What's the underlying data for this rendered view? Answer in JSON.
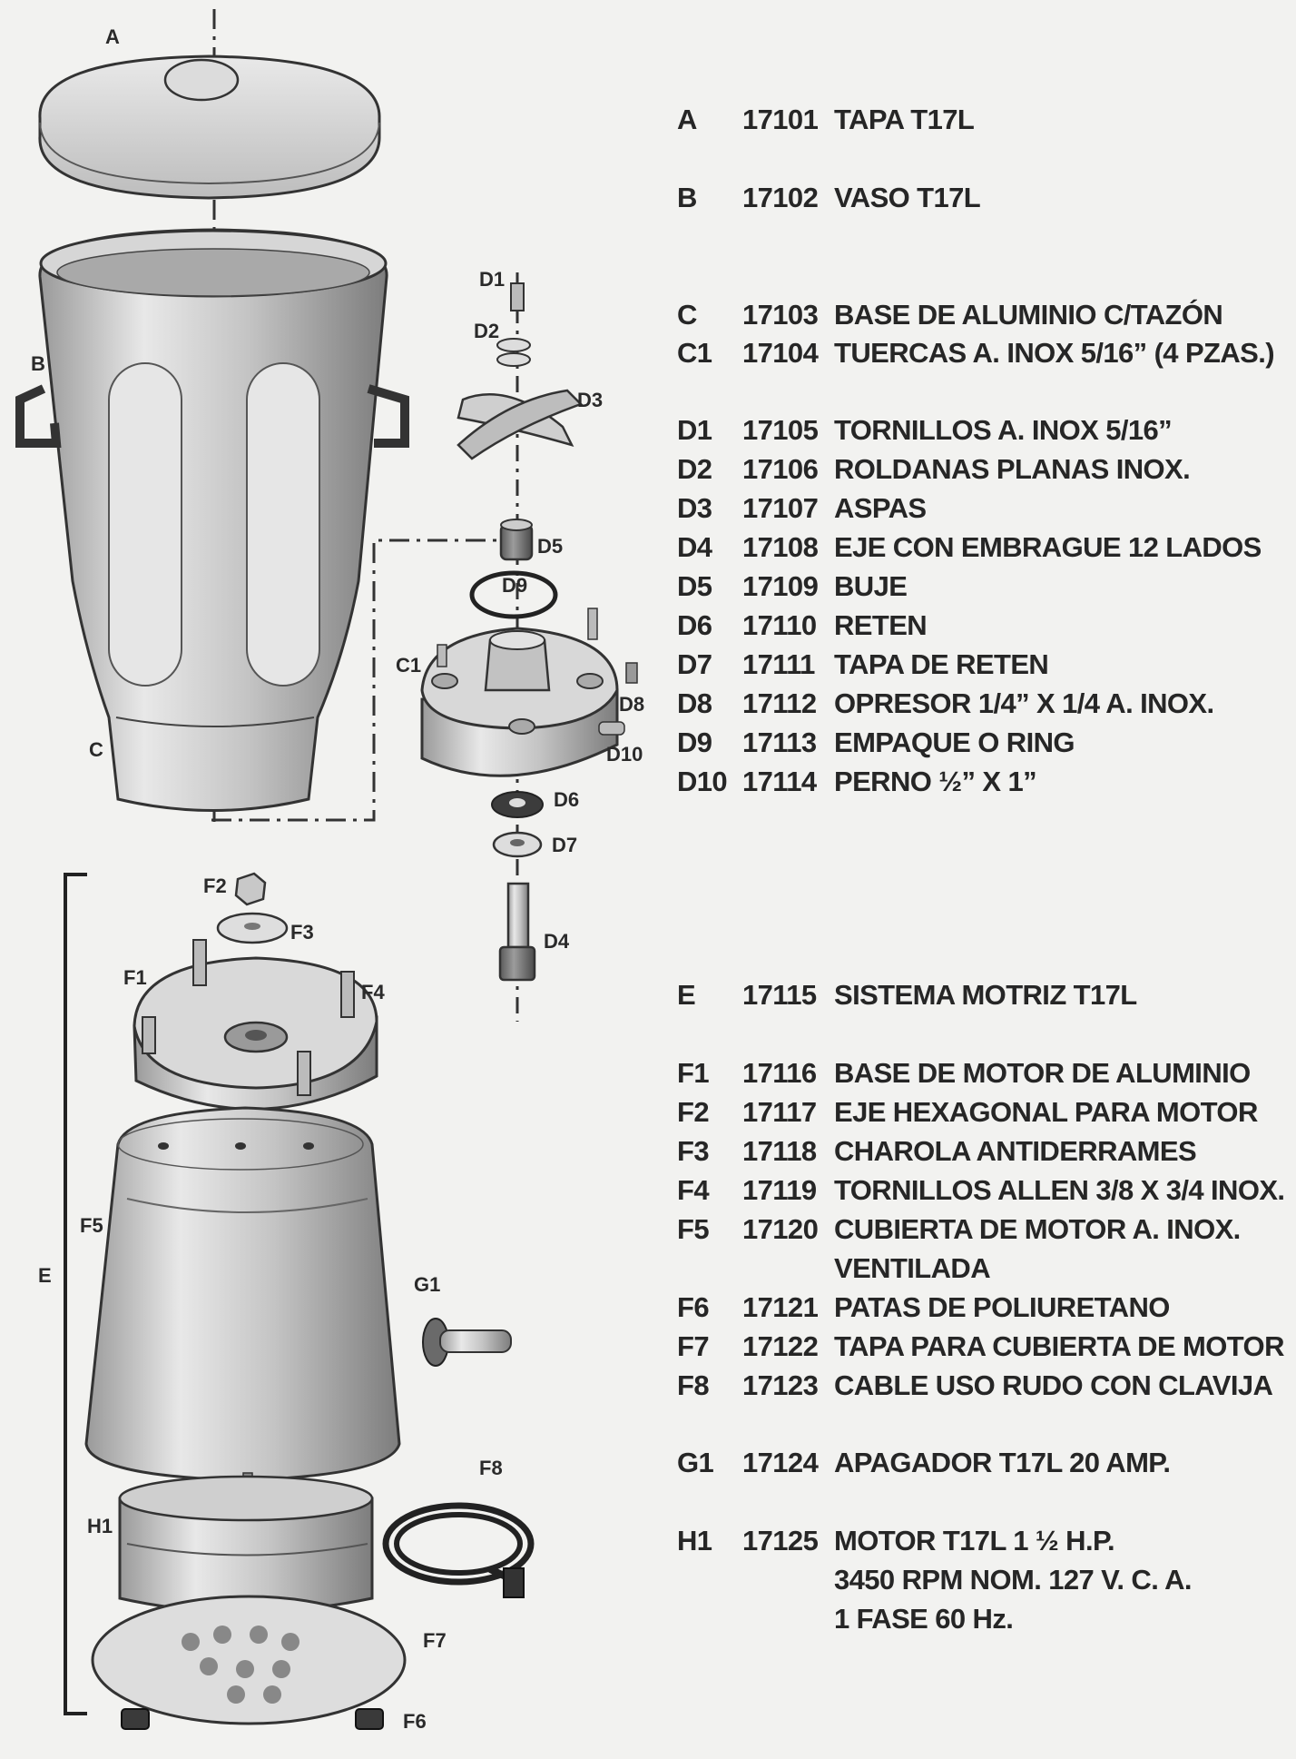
{
  "parts": [
    {
      "code": "A",
      "number": "17101",
      "description": "TAPA T17L"
    },
    {
      "code": "B",
      "number": "17102",
      "description": "VASO T17L"
    },
    {
      "code": "C",
      "number": "17103",
      "description": "BASE DE ALUMINIO C/TAZÓN"
    },
    {
      "code": "C1",
      "number": "17104",
      "description": "TUERCAS A. INOX 5/16” (4 PZAS.)"
    },
    {
      "code": "D1",
      "number": "17105",
      "description": "TORNILLOS A. INOX 5/16”"
    },
    {
      "code": "D2",
      "number": "17106",
      "description": "ROLDANAS PLANAS INOX."
    },
    {
      "code": "D3",
      "number": "17107",
      "description": "ASPAS"
    },
    {
      "code": "D4",
      "number": "17108",
      "description": "EJE CON EMBRAGUE 12 LADOS"
    },
    {
      "code": "D5",
      "number": "17109",
      "description": "BUJE"
    },
    {
      "code": "D6",
      "number": "17110",
      "description": "RETEN"
    },
    {
      "code": "D7",
      "number": "17111",
      "description": "TAPA DE RETEN"
    },
    {
      "code": "D8",
      "number": "17112",
      "description": "OPRESOR 1/4” X 1/4 A. INOX."
    },
    {
      "code": "D9",
      "number": "17113",
      "description": "EMPAQUE O RING"
    },
    {
      "code": "D10",
      "number": "17114",
      "description": "PERNO ½” X 1”"
    },
    {
      "code": "E",
      "number": "17115",
      "description": "SISTEMA MOTRIZ T17L"
    },
    {
      "code": "F1",
      "number": "17116",
      "description": "BASE DE MOTOR DE ALUMINIO"
    },
    {
      "code": "F2",
      "number": "17117",
      "description": "EJE HEXAGONAL PARA MOTOR"
    },
    {
      "code": "F3",
      "number": "17118",
      "description": "CHAROLA ANTIDERRAMES"
    },
    {
      "code": "F4",
      "number": "17119",
      "description": "TORNILLOS ALLEN 3/8 X 3/4 INOX."
    },
    {
      "code": "F5",
      "number": "17120",
      "description": "CUBIERTA DE MOTOR A. INOX.",
      "continuation": [
        "VENTILADA"
      ]
    },
    {
      "code": "F6",
      "number": "17121",
      "description": "PATAS DE POLIURETANO"
    },
    {
      "code": "F7",
      "number": "17122",
      "description": "TAPA PARA CUBIERTA DE MOTOR"
    },
    {
      "code": "F8",
      "number": "17123",
      "description": "CABLE USO RUDO CON CLAVIJA"
    },
    {
      "code": "G1",
      "number": "17124",
      "description": "APAGADOR T17L 20 AMP."
    },
    {
      "code": "H1",
      "number": "17125",
      "description": "MOTOR T17L  1 ½  H.P.",
      "continuation": [
        "3450 RPM NOM.  127 V. C. A.",
        "1 FASE 60 Hz."
      ]
    }
  ],
  "callouts": [
    "A",
    "B",
    "C",
    "C1",
    "D1",
    "D2",
    "D3",
    "D4",
    "D5",
    "D6",
    "D7",
    "D8",
    "D9",
    "D10",
    "E",
    "F1",
    "F2",
    "F3",
    "F4",
    "F5",
    "F6",
    "F7",
    "F8",
    "G1",
    "H1"
  ],
  "colors": {
    "background": "#f2f2f0",
    "metal": "#c9c9c9",
    "ink": "#262626"
  }
}
